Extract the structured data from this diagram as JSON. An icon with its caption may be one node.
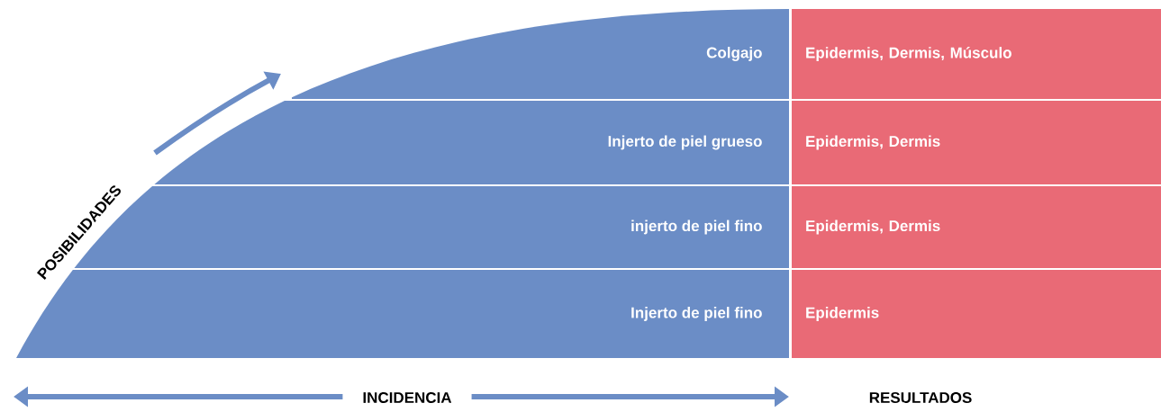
{
  "diagram": {
    "nodes": [
      {
        "text": [
          "Colgajo"
        ]
      },
      {
        "text": [
          "Epidermis, Dermis, Músculo"
        ]
      },
      {
        "text": [
          "Injerto de piel grueso"
        ]
      },
      {
        "text": [
          "Epidermis, Dermis"
        ]
      },
      {
        "text": [
          "injerto de piel fino"
        ]
      },
      {
        "text": [
          "Epidermis, Dermis"
        ]
      },
      {
        "text": [
          "Injerto de piel fino"
        ]
      },
      {
        "text": [
          "Epidermis"
        ]
      }
    ],
    "labels": [
      "POSIBILIDADES",
      "INCIDENCIA",
      "RESULTADOS"
    ]
  }
}
